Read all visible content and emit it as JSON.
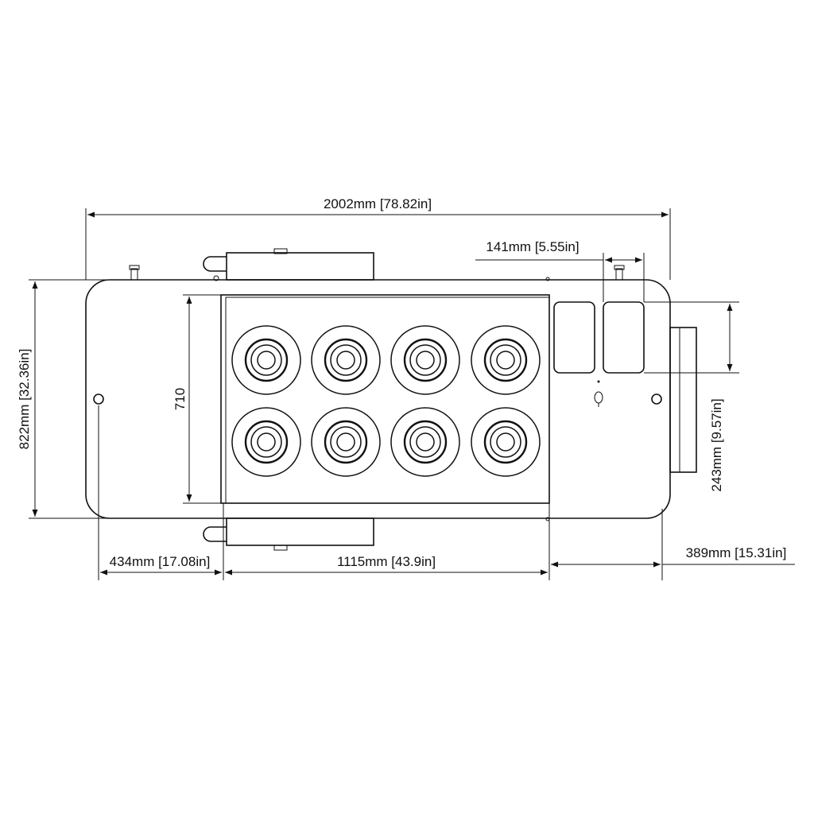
{
  "dimensions": {
    "overall_length": "2002mm [78.82in]",
    "overall_width": "822mm [32.36in]",
    "inner_height": "710",
    "module_width": "141mm [5.55in]",
    "module_height": "243mm [9.57in]",
    "left_offset": "434mm [17.08in]",
    "tray_length": "1115mm [43.9in]",
    "right_offset": "389mm [15.31in]"
  },
  "burner_grid": {
    "rows": 2,
    "columns": 4
  }
}
